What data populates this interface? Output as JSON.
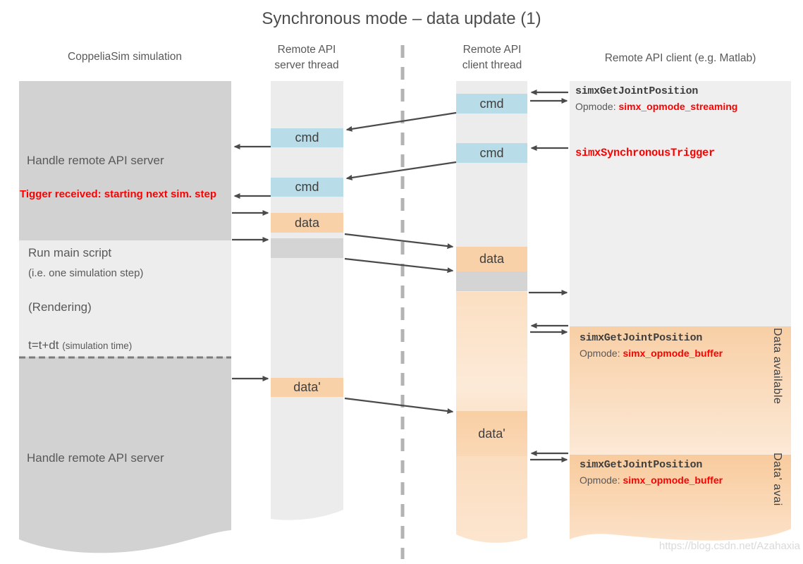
{
  "title": "Synchronous mode – data update (1)",
  "columns": {
    "coppeliasim": {
      "header": "CoppeliaSim simulation",
      "handle_server_top": "Handle remote API server",
      "trigger_received": "Tigger received: starting next sim. step",
      "run_main_script": "Run main script",
      "run_main_script_sub": "(i.e. one simulation step)",
      "rendering": "(Rendering)",
      "time_step": "t=t+dt",
      "time_step_sub": "(simulation time)",
      "handle_server_bottom": "Handle remote API server"
    },
    "server_thread": {
      "header_line1": "Remote API",
      "header_line2": "server thread",
      "boxes": {
        "cmd1": "cmd",
        "cmd2": "cmd",
        "data": "data",
        "data_prime": "data'"
      }
    },
    "client_thread": {
      "header_line1": "Remote API",
      "header_line2": "client thread",
      "boxes": {
        "cmd1": "cmd",
        "cmd2": "cmd",
        "data": "data",
        "data_prime": "data'"
      }
    },
    "matlab_client": {
      "header": "Remote API client (e.g. Matlab)",
      "call1": {
        "function": "simxGetJointPosition",
        "opmode_label": "Opmode: ",
        "opmode_value": "simx_opmode_streaming"
      },
      "trigger_call": "simxSynchronousTrigger",
      "call2": {
        "function": "simxGetJointPosition",
        "opmode_label": "Opmode: ",
        "opmode_value": "simx_opmode_buffer"
      },
      "call3": {
        "function": "simxGetJointPosition",
        "opmode_label": "Opmode: ",
        "opmode_value": "simx_opmode_buffer"
      },
      "data_available": "Data available",
      "data_prime_available": "Data' avai"
    }
  },
  "watermark": "https://blog.csdn.net/Azahaxia",
  "colors": {
    "cmd_box": "#b8dce8",
    "data_box": "#f9d1a8",
    "red_text": "#fe0000",
    "dark_panel": "#d2d2d2",
    "light_panel": "#ececec",
    "arrow": "#4a4a4a",
    "divider": "#b3b3b3"
  }
}
